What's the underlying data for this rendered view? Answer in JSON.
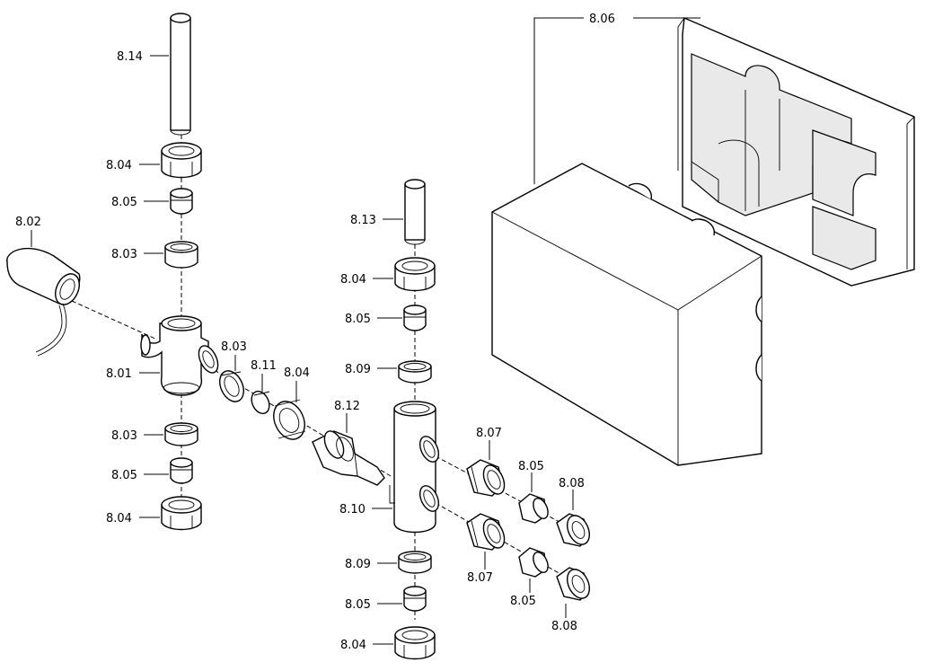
{
  "labels": {
    "l806": "8.06",
    "l814": "8.14",
    "l804a": "8.04",
    "l805a": "8.05",
    "l803a": "8.03",
    "l802": "8.02",
    "l801": "8.01",
    "l803b": "8.03",
    "l805b": "8.05",
    "l804b": "8.04",
    "l803c": "8.03",
    "l811": "8.11",
    "l804c": "8.04",
    "l812": "8.12",
    "l813": "8.13",
    "l804d": "8.04",
    "l805c": "8.05",
    "l809a": "8.09",
    "l810": "8.10",
    "l809b": "8.09",
    "l805d": "8.05",
    "l804e": "8.04",
    "l807a": "8.07",
    "l805e": "8.05",
    "l808a": "8.08",
    "l807b": "8.07",
    "l805f": "8.05",
    "l808b": "8.08"
  }
}
